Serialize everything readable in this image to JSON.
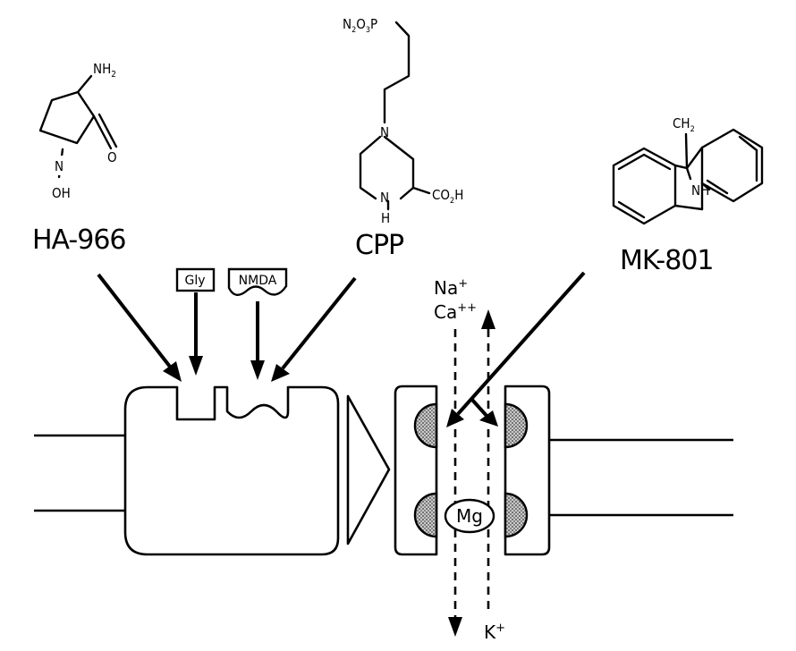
{
  "compounds": {
    "ha966": {
      "name": "HA-966",
      "atoms": {
        "amine": "NH",
        "amine_sub": "2",
        "nitrogen": "N",
        "oxygen": "O",
        "hydroxyl": "OH"
      }
    },
    "cpp": {
      "name": "CPP",
      "atoms": {
        "phosphonate_n": "N",
        "phosphonate_n_sub": "2",
        "phosphonate_o": "O",
        "phosphonate_o_sub": "3",
        "phosphonate_p": "P",
        "n_top": "N",
        "n_bottom": "N",
        "h": "H",
        "carboxyl_co": "CO",
        "carboxyl_sub": "2",
        "carboxyl_h": "H"
      }
    },
    "mk801": {
      "name": "MK-801",
      "atoms": {
        "methyl_ch": "CH",
        "methyl_sub": "2",
        "imine": "NH"
      }
    }
  },
  "binding_sites": {
    "glycine": "Gly",
    "nmda": "NMDA"
  },
  "ions": {
    "sodium": "Na",
    "sodium_charge": "+",
    "calcium": "Ca",
    "calcium_charge": "++",
    "magnesium": "Mg",
    "potassium": "K",
    "potassium_charge": "+"
  }
}
